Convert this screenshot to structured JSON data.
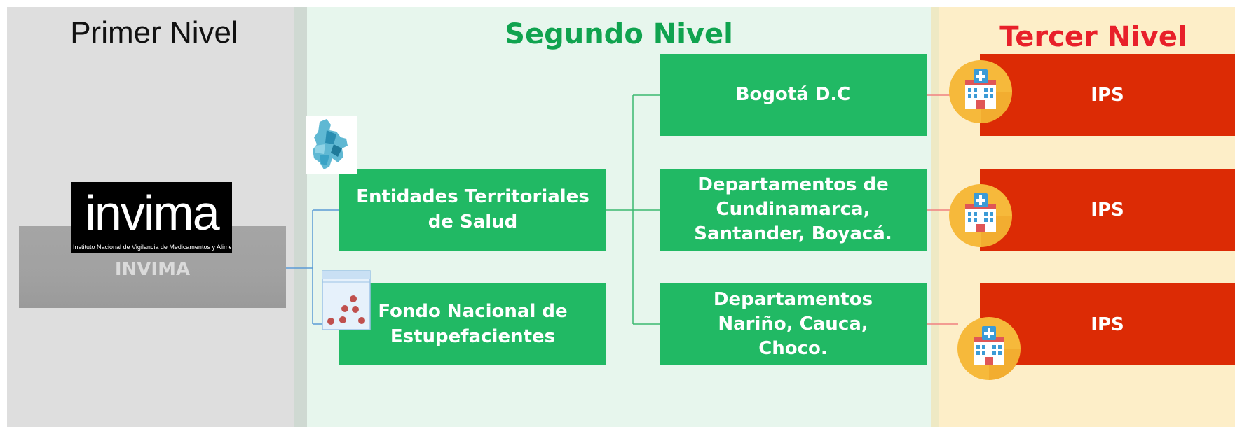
{
  "levels": {
    "first": "Primer Nivel",
    "second": "Segundo Nivel",
    "third": "Tercer Nivel"
  },
  "invima": {
    "box_label": "INVIMA",
    "logo_text": "invima",
    "logo_subtitle": "Instituto Nacional de Vigilancia de Medicamentos y Alimentos."
  },
  "second_level": {
    "entities": "Entidades Territoriales de Salud",
    "fund": "Fondo Nacional de Estupefacientes",
    "regions": [
      "Bogotá D.C",
      "Departamentos de Cundinamarca, Santander, Boyacá.",
      "Departamentos Nariño, Cauca, Choco."
    ]
  },
  "third_level": {
    "ips": [
      "IPS",
      "IPS",
      "IPS"
    ]
  },
  "colors": {
    "green": "#21b964",
    "title_green": "#10a34f",
    "red": "#dc2b05",
    "title_red": "#e8202a",
    "hospital_circle": "#f6b93b"
  }
}
